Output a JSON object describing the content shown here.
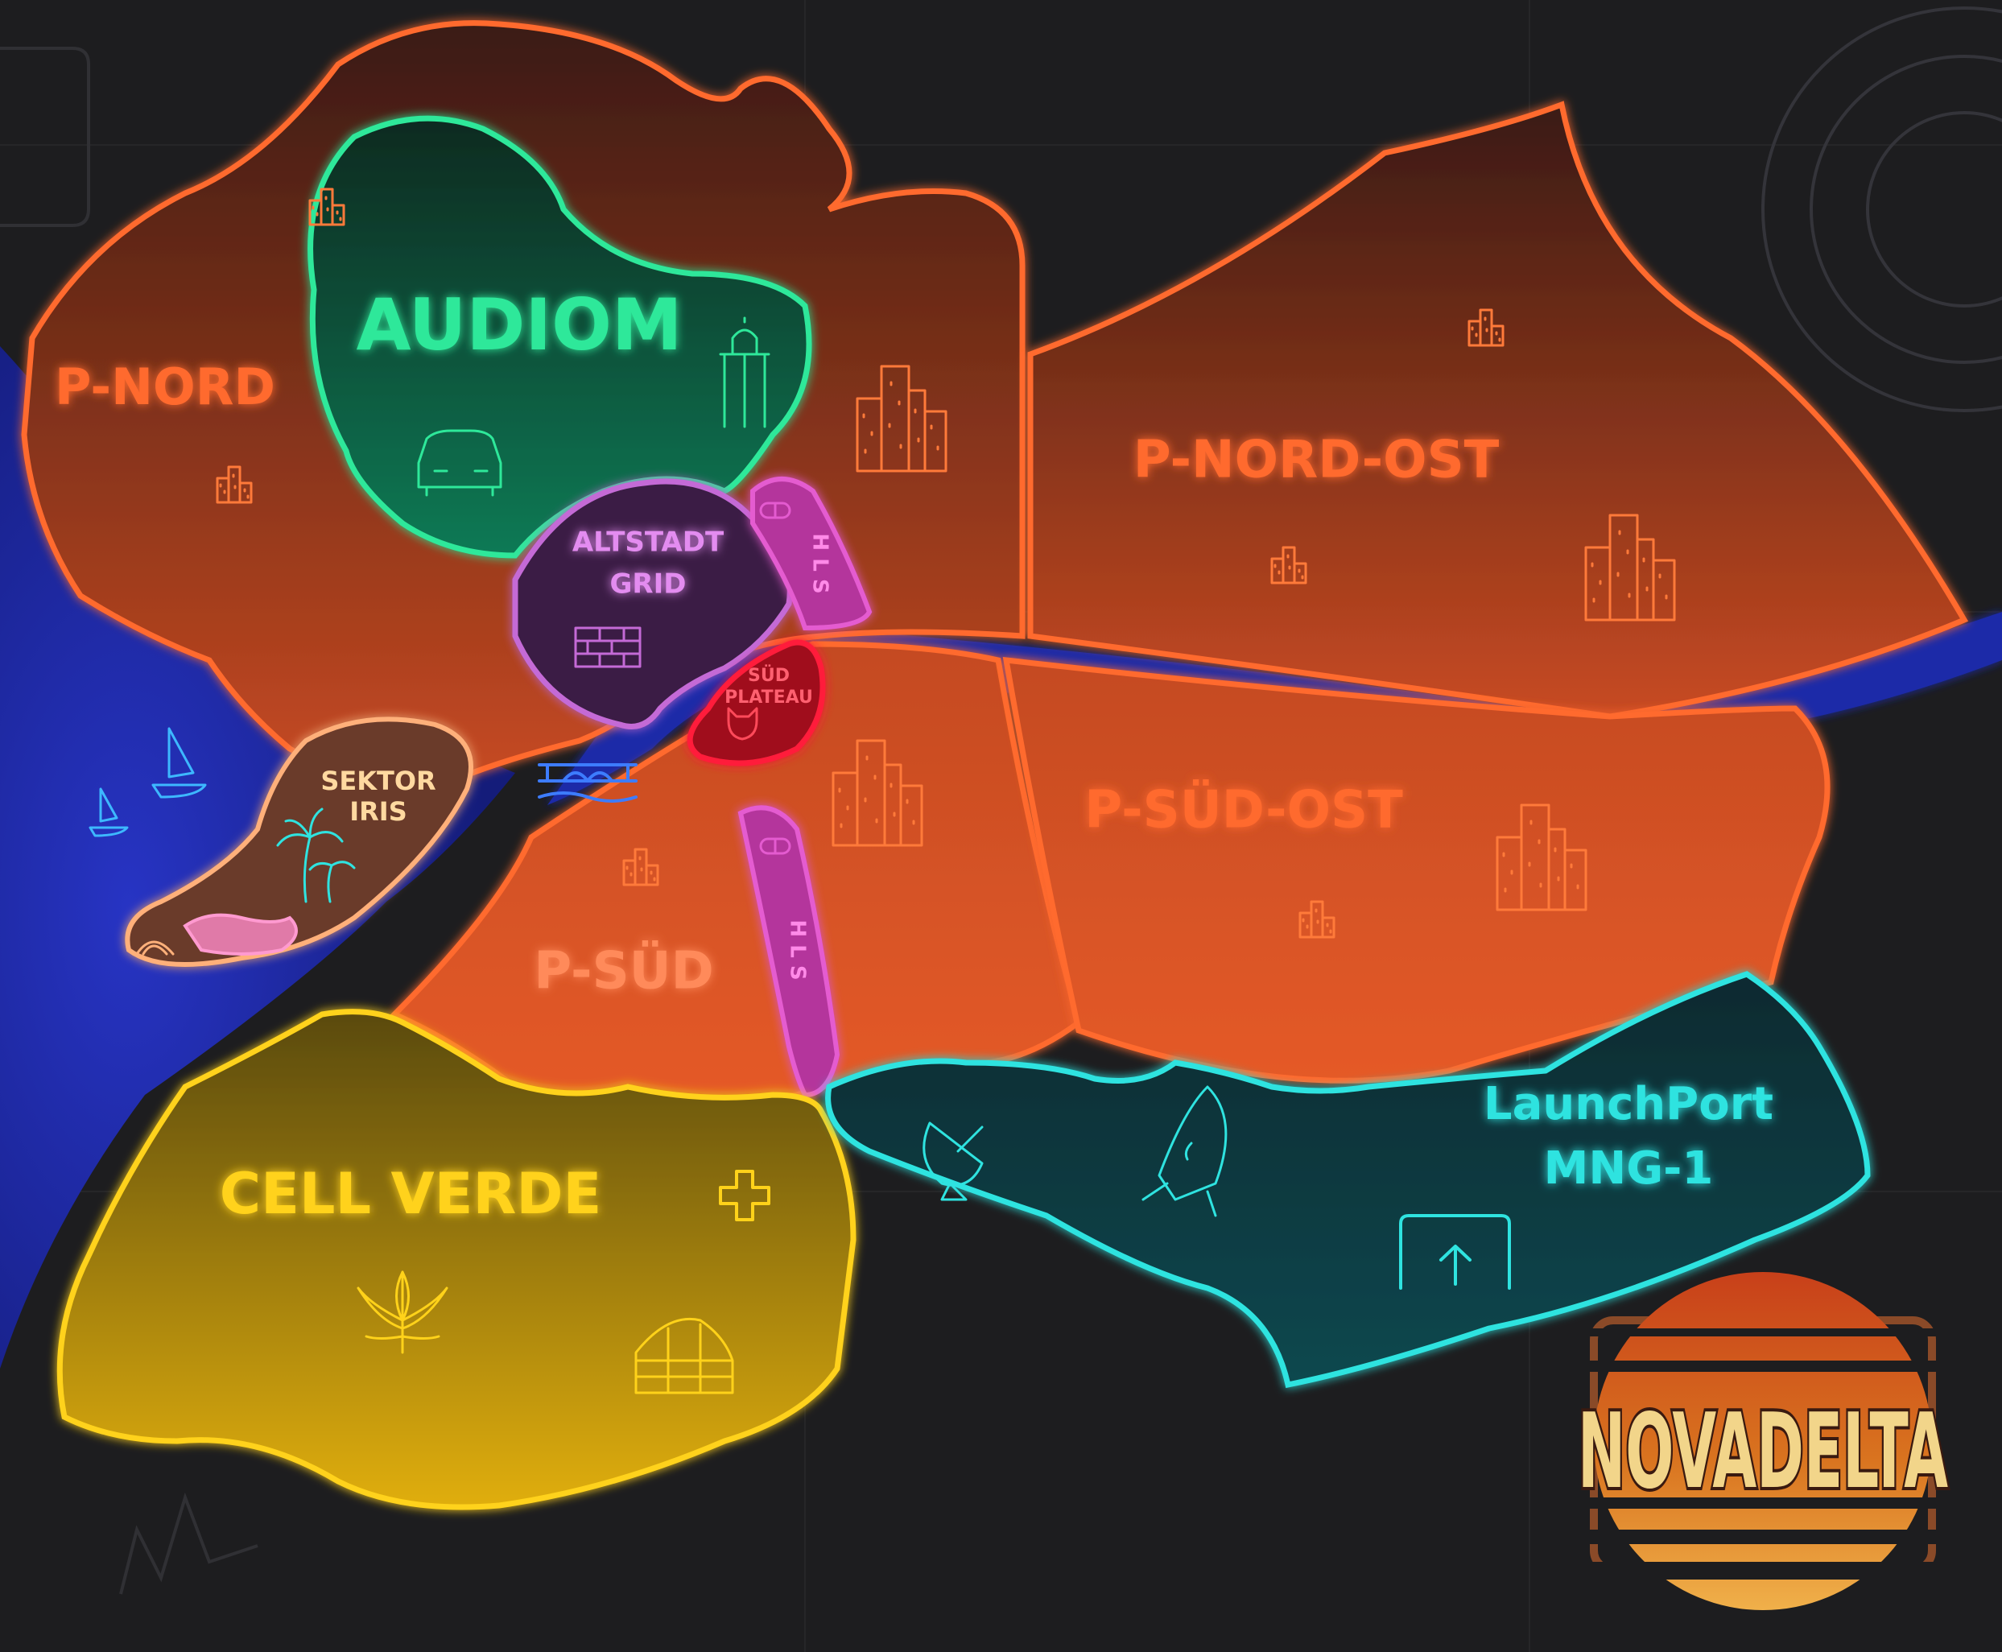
{
  "map": {
    "brand": "NOVADELTA",
    "colors": {
      "background": "#1d1d1f",
      "water": "#1e2aa8",
      "orange_outline": "#ff6a2e",
      "orange_fill": "#d9572a",
      "audiom": "#2ee89a",
      "altstadt": "#c46ad6",
      "hls": "#e45bd0",
      "sued_plateau": "#ff1f3a",
      "sektor_iris": "#ffb07a",
      "cell_verde": "#ffd21a",
      "launchport": "#2fe3e0",
      "logo_gold": "#f2d58a"
    },
    "districts": [
      {
        "id": "p-nord",
        "label": "P-NORD"
      },
      {
        "id": "audiom",
        "label": "AUDIOM"
      },
      {
        "id": "p-nord-ost",
        "label": "P-NORD-OST"
      },
      {
        "id": "altstadt",
        "label_line1": "ALTSTADT",
        "label_line2": "GRID"
      },
      {
        "id": "hls-north",
        "label": "H L S"
      },
      {
        "id": "sued-plateau",
        "label_line1": "SÜD",
        "label_line2": "PLATEAU"
      },
      {
        "id": "sektor-iris",
        "label_line1": "SEKTOR",
        "label_line2": "IRIS"
      },
      {
        "id": "p-sued",
        "label": "P-SÜD"
      },
      {
        "id": "hls-south",
        "label": "H L S"
      },
      {
        "id": "p-sued-ost",
        "label": "P-SÜD-OST"
      },
      {
        "id": "cell-verde",
        "label": "CELL  VERDE"
      },
      {
        "id": "launchport",
        "label_line1": "LaunchPort",
        "label_line2": "MNG-1"
      }
    ]
  }
}
